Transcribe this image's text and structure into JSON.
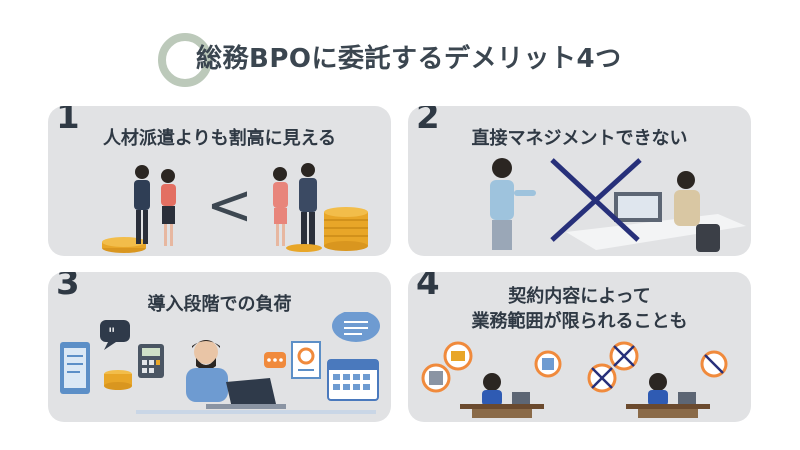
{
  "title": "総務BPOに委託するデメリット4つ",
  "cards": [
    {
      "number": "1",
      "title": "人材派遣よりも割高に見える",
      "illustration": "people-cost-comparison"
    },
    {
      "number": "2",
      "title": "直接マネジメントできない",
      "illustration": "manager-with-cross"
    },
    {
      "number": "3",
      "title": "導入段階での負荷",
      "illustration": "worker-with-documents"
    },
    {
      "number": "4",
      "title_lines": [
        "契約内容によって",
        "業務範囲が限られることも"
      ],
      "illustration": "limited-tasks-comparison"
    }
  ],
  "colors": {
    "card": "#e1e2e4",
    "ring": "#bcc9ba",
    "text": "#2f3944",
    "cross": "#27307a",
    "coin": "#e8a628"
  },
  "comparison_symbol": "<"
}
